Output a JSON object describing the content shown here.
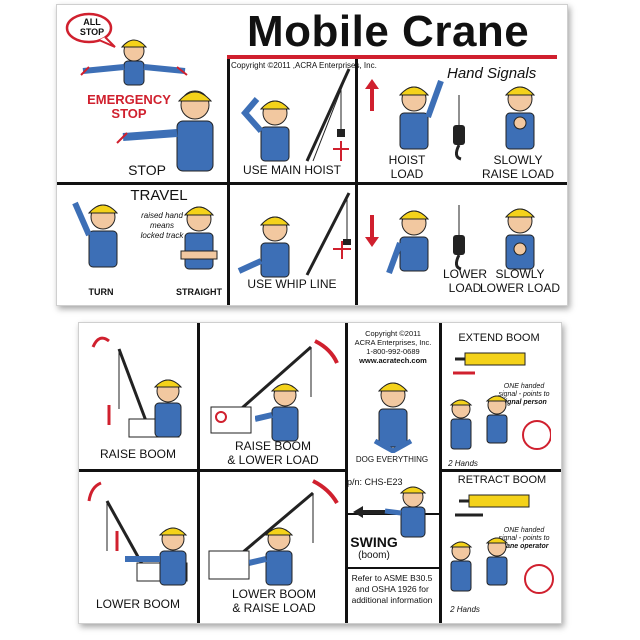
{
  "card1": {
    "title": "Mobile Crane",
    "subtitle": "Hand Signals",
    "copyright": "Copyright ©2011 ,ACRA Enterprises, Inc.",
    "all_stop": [
      "ALL",
      "STOP"
    ],
    "emergency_stop": [
      "EMERGENCY",
      "STOP"
    ],
    "stop": "STOP",
    "use_main_hoist": "USE MAIN HOIST",
    "hoist_load": [
      "HOIST",
      "LOAD"
    ],
    "slowly_raise_load": [
      "SLOWLY",
      "RAISE LOAD"
    ],
    "travel": "TRAVEL",
    "travel_note": [
      "raised hand",
      "means",
      "locked track"
    ],
    "turn": "TURN",
    "straight": "STRAIGHT",
    "use_whip_line": "USE WHIP LINE",
    "lower_load": [
      "LOWER",
      "LOAD"
    ],
    "slowly_lower_load": [
      "SLOWLY",
      "LOWER LOAD"
    ]
  },
  "card2": {
    "raise_boom": "RAISE BOOM",
    "raise_boom_lower_load": [
      "RAISE BOOM",
      "& LOWER LOAD"
    ],
    "copyright_block": [
      "Copyright ©2011",
      "ACRA Enterprises, Inc.",
      "1-800-992-0689",
      "www.acratech.com"
    ],
    "dog_everything": "DOG EVERYTHING",
    "extend_boom": "EXTEND BOOM",
    "one_handed_signal": [
      "ONE handed",
      "signal - points to",
      "signal person"
    ],
    "two_hands": "2 Hands",
    "lower_boom": "LOWER BOOM",
    "lower_boom_raise_load": [
      "LOWER BOOM",
      "& RAISE LOAD"
    ],
    "part_number": "p/n: CHS-E23",
    "swing": "SWING",
    "swing_sub": "(boom)",
    "refer": [
      "Refer to ASME B30.5",
      "and OSHA 1926 for",
      "additional information"
    ],
    "retract_boom": "RETRACT BOOM",
    "one_handed_signal_2": [
      "ONE handed",
      "signal - points to",
      "crane operator"
    ],
    "two_hands_2": "2 Hands"
  },
  "colors": {
    "accent_red": "#d0202e",
    "hardhat_yellow": "#f4d21a",
    "shirt_blue": "#3d6fb6",
    "skin": "#f2c8a0"
  },
  "icons": [
    "worker-figure",
    "crane-boom",
    "hook-block",
    "arrow-up",
    "arrow-down",
    "arrow-left"
  ]
}
